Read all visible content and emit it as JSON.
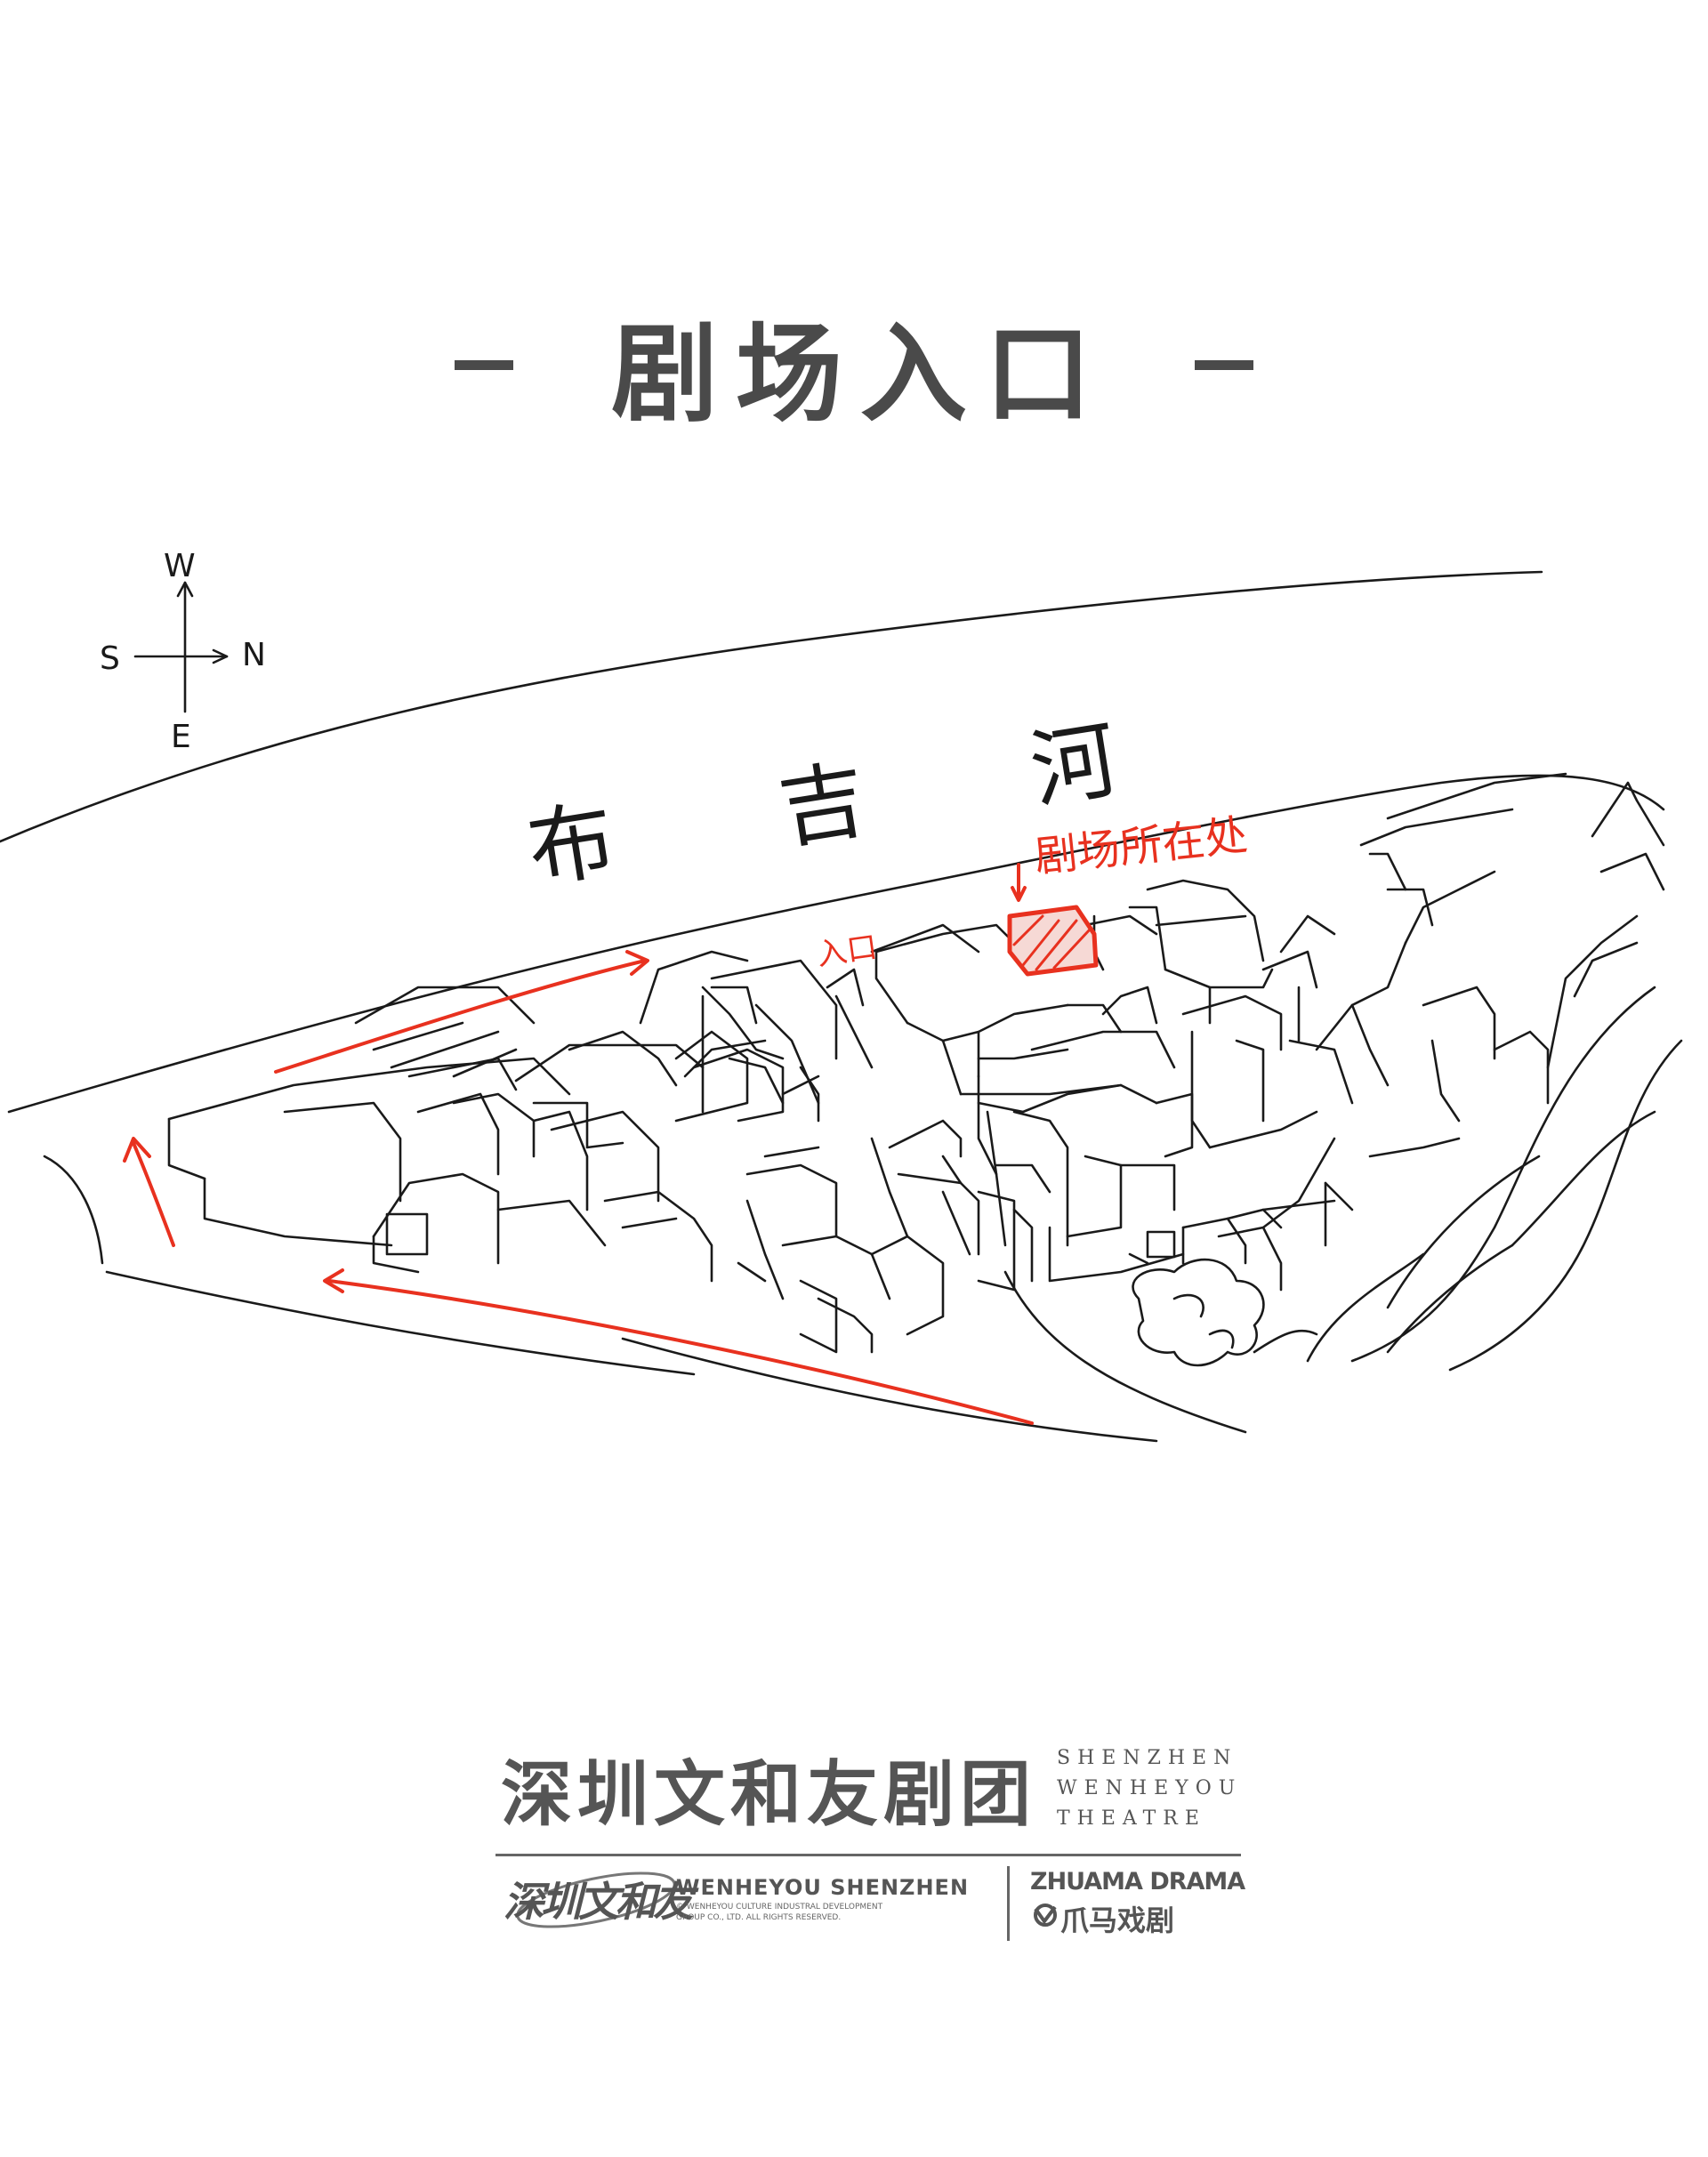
{
  "header": {
    "title": "剧场入口",
    "dash_left": "—",
    "dash_right": "—"
  },
  "map": {
    "compass": {
      "north": "N",
      "south": "S",
      "east": "E",
      "west": "W"
    },
    "river_label": "布吉河",
    "entrance_label": "入口",
    "theatre_label": "剧场所在处",
    "colors": {
      "ink": "#1a1a1a",
      "highlight": "#e8311f"
    }
  },
  "footer": {
    "name_cn": "深圳文和友剧团",
    "name_en": "SHENZHEN\nWENHEYOU\nTHEATRE",
    "logo_text": "深圳文和友",
    "brand_en": "WENHEYOU SHENZHEN",
    "copyright": "© WENHEYOU CULTURE INDUSTRAL DEVELOPMENT GROUP CO., LTD. ALL RIGHTS RESERVED.",
    "partner_en": "ZHUAMA DRAMA",
    "partner_cn": "爪马戏剧"
  }
}
